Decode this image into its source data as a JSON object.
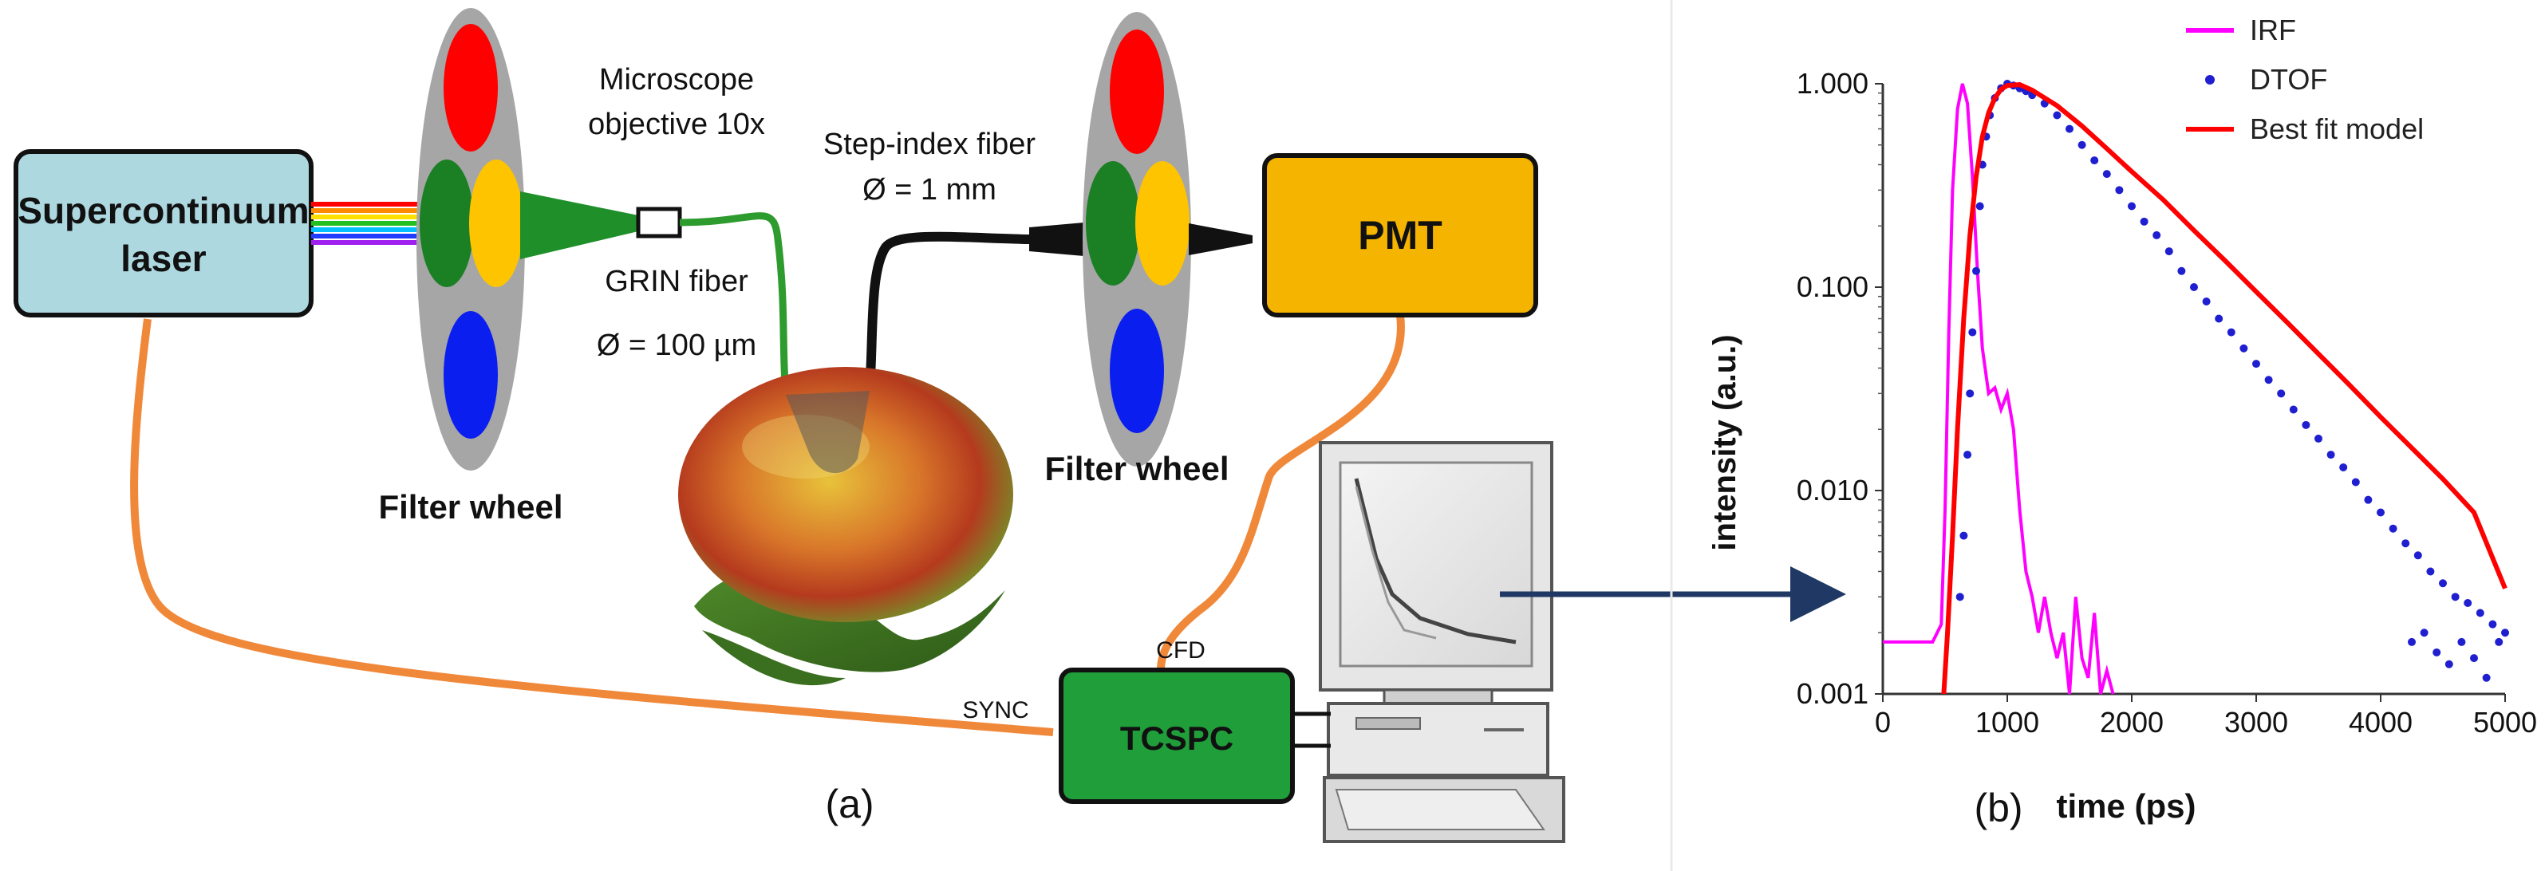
{
  "panel_a": {
    "laser_line1": "Supercontinuum",
    "laser_line2": "laser",
    "filter_wheel_left": "Filter wheel",
    "filter_wheel_right": "Filter wheel",
    "objective_line1": "Microscope",
    "objective_line2": "objective 10x",
    "grin_line1": "GRIN fiber",
    "grin_line2": "Ø = 100 µm",
    "step_line1": "Step-index fiber",
    "step_line2": "Ø = 1 mm",
    "pmt": "PMT",
    "tcspc": "TCSPC",
    "cfd": "CFD",
    "sync": "SYNC",
    "panel_label": "(a)",
    "colors": {
      "laser_box": "#add8e0",
      "pmt_box": "#f5b400",
      "tcspc_box": "#1f9e3a",
      "cable": "#f0883a",
      "grin_fiber": "#2e9b2e",
      "step_fiber": "#111111",
      "wheel": "#a6a6a6",
      "filter_red": "#ff0000",
      "filter_green": "#1b7f24",
      "filter_yellow": "#ffc400",
      "filter_blue": "#0a1ef0",
      "arrow": "#1f3864"
    }
  },
  "panel_b": {
    "panel_label": "(b)"
  },
  "chart_data": {
    "type": "line",
    "xlabel": "time (ps)",
    "ylabel": "intensity (a.u.)",
    "xlim": [
      0,
      5000
    ],
    "ylim": [
      0.001,
      1.0
    ],
    "yscale": "log",
    "x_ticks": [
      "0",
      "1000",
      "2000",
      "3000",
      "4000",
      "5000"
    ],
    "y_ticks": [
      "0.001",
      "0.010",
      "0.100",
      "1.000"
    ],
    "grid": false,
    "legend_position": "top-right",
    "series": [
      {
        "name": "IRF",
        "kind": "line",
        "color": "#ff00ff",
        "x": [
          0,
          400,
          470,
          500,
          530,
          560,
          600,
          640,
          680,
          720,
          760,
          800,
          850,
          900,
          950,
          1000,
          1050,
          1100,
          1150,
          1200,
          1250,
          1300,
          1350,
          1400,
          1450,
          1500,
          1550,
          1600,
          1650,
          1700,
          1750,
          1800,
          1850
        ],
        "y": [
          0.0018,
          0.0018,
          0.0022,
          0.008,
          0.06,
          0.3,
          0.75,
          1.0,
          0.8,
          0.35,
          0.12,
          0.05,
          0.03,
          0.032,
          0.025,
          0.03,
          0.02,
          0.008,
          0.004,
          0.003,
          0.002,
          0.003,
          0.002,
          0.0015,
          0.002,
          0.001,
          0.003,
          0.0015,
          0.0012,
          0.0025,
          0.001,
          0.0013,
          0.001
        ]
      },
      {
        "name": "DTOF",
        "kind": "scatter",
        "color": "#1f1fd0",
        "x": [
          620,
          650,
          680,
          700,
          720,
          750,
          780,
          800,
          830,
          860,
          900,
          950,
          1000,
          1050,
          1100,
          1150,
          1200,
          1300,
          1400,
          1500,
          1600,
          1700,
          1800,
          1900,
          2000,
          2100,
          2200,
          2300,
          2400,
          2500,
          2600,
          2700,
          2800,
          2900,
          3000,
          3100,
          3200,
          3300,
          3400,
          3500,
          3600,
          3700,
          3800,
          3900,
          4000,
          4100,
          4200,
          4300,
          4400,
          4500,
          4600,
          4700,
          4800,
          4900,
          5000,
          4950,
          4850,
          4750,
          4650,
          4550,
          4450,
          4350,
          4250
        ],
        "y": [
          0.003,
          0.006,
          0.015,
          0.03,
          0.06,
          0.12,
          0.25,
          0.4,
          0.55,
          0.7,
          0.85,
          0.95,
          1.0,
          0.98,
          0.95,
          0.92,
          0.88,
          0.8,
          0.7,
          0.6,
          0.5,
          0.42,
          0.36,
          0.3,
          0.25,
          0.21,
          0.18,
          0.15,
          0.12,
          0.1,
          0.085,
          0.07,
          0.06,
          0.05,
          0.042,
          0.035,
          0.03,
          0.025,
          0.021,
          0.018,
          0.015,
          0.013,
          0.011,
          0.009,
          0.0078,
          0.0065,
          0.0055,
          0.0048,
          0.004,
          0.0035,
          0.003,
          0.0028,
          0.0025,
          0.0022,
          0.002,
          0.0018,
          0.0012,
          0.0015,
          0.0018,
          0.0014,
          0.0016,
          0.002,
          0.0018
        ]
      },
      {
        "name": "Best fit model",
        "kind": "line",
        "color": "#ff0000",
        "x": [
          490,
          520,
          560,
          600,
          650,
          700,
          750,
          800,
          850,
          900,
          950,
          1000,
          1100,
          1200,
          1400,
          1600,
          1800,
          2000,
          2250,
          2500,
          2750,
          3000,
          3250,
          3500,
          3750,
          4000,
          4250,
          4500,
          4750,
          5000
        ],
        "y": [
          0.001,
          0.002,
          0.006,
          0.02,
          0.07,
          0.18,
          0.35,
          0.55,
          0.72,
          0.85,
          0.94,
          0.98,
          0.99,
          0.93,
          0.78,
          0.62,
          0.48,
          0.37,
          0.27,
          0.19,
          0.135,
          0.095,
          0.067,
          0.047,
          0.033,
          0.023,
          0.0162,
          0.0114,
          0.0078,
          0.0033
        ]
      }
    ]
  }
}
